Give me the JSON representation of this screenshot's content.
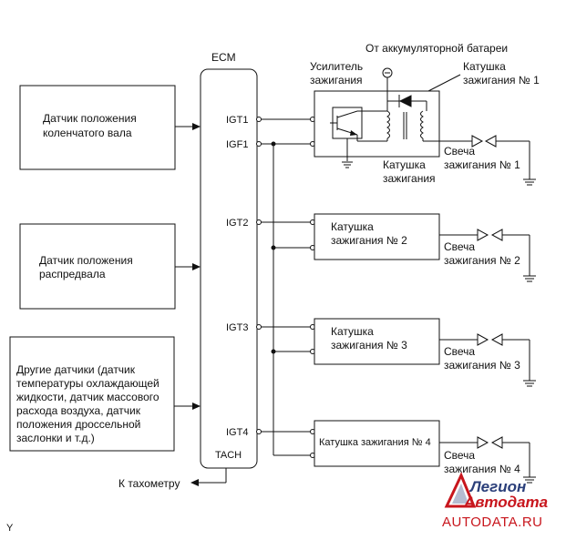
{
  "ecm": {
    "title": "ECM",
    "terminals": {
      "igt1": "IGT1",
      "igf1": "IGF1",
      "igt2": "IGT2",
      "igt3": "IGT3",
      "igt4": "IGT4",
      "tach": "TACH"
    }
  },
  "sensors": {
    "crank": [
      "Датчик положения",
      "коленчатого вала"
    ],
    "cam": [
      "Датчик положения",
      "распредвала"
    ],
    "other": [
      "Другие датчики (датчик",
      "температуры охлаждающей",
      "жидкости, датчик массового",
      "расхода воздуха, датчик",
      "положения дроссельной",
      "заслонки и т.д.)"
    ]
  },
  "battery_label": "От аккумуляторной батареи",
  "igniter_label": [
    "Усилитель",
    "зажигания"
  ],
  "coil1_top_label": [
    "Катушка",
    "зажигания № 1"
  ],
  "coil1_bottom_label": [
    "Катушка",
    "зажигания"
  ],
  "coils": {
    "coil2": [
      "Катушка",
      "зажигания № 2"
    ],
    "coil3": [
      "Катушка",
      "зажигания № 3"
    ],
    "coil4": "Катушка зажигания № 4"
  },
  "plugs": {
    "plug1": [
      "Свеча",
      "зажигания № 1"
    ],
    "plug2": [
      "Свеча",
      "зажигания № 2"
    ],
    "plug3": [
      "Свеча",
      "зажигания № 3"
    ],
    "plug4": [
      "Свеча",
      "зажигания № 4"
    ]
  },
  "tachometer_label": "К тахометру",
  "corner_mark": "Y",
  "logo": {
    "line1": "Легион",
    "line2": "Автодата",
    "url": "AUTODATA.RU"
  }
}
